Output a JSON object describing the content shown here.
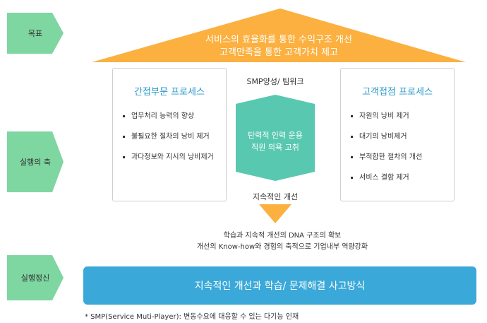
{
  "left_labels": [
    {
      "id": "goal",
      "text": "목표"
    },
    {
      "id": "execution_axis",
      "text": "실행의 축"
    },
    {
      "id": "execution_spirit",
      "text": "실행정신"
    }
  ],
  "roof": {
    "line1": "서비스의 효율화를 통한 수익구조 개선",
    "line2": "고객만족을 통한 고객가치 제고"
  },
  "left_box": {
    "title": "간접부문 프로세스",
    "items": [
      "업무처리 능력의 향상",
      "불필요한 절차의 낭비 제거",
      "과다정보와 지시의 낭비제거"
    ]
  },
  "right_box": {
    "title": "고객접점 프로세스",
    "items": [
      "자원의 낭비 제거",
      "대기의 낭비제거",
      "부적합한 절차의 개선",
      "서비스 결함 제거"
    ]
  },
  "center": {
    "top_label": "SMP양성/ 팀워크",
    "hex_line1": "탄력적 인력 운용",
    "hex_line2": "직원 의욕 고취",
    "bottom_label": "지속적인 개선"
  },
  "dna": {
    "line1": "학습과 지속적 개선의 DNA 구조의 확보",
    "line2": "개선의 Know-how와 경험의 축적으로 기업내부 역량강화"
  },
  "foundation_bar": "지속적인 개선과 학습/ 문제해결 사고방식",
  "footnote": "* SMP(Service Muti-Player): 변동수요에 대응할 수 있는 다기능 인재",
  "colors": {
    "tag_green": "#7ed6a0",
    "roof_orange": "#fbb040",
    "hex_teal": "#59c8b0",
    "bar_blue": "#3aa8d8",
    "title_blue": "#2a98c8"
  }
}
